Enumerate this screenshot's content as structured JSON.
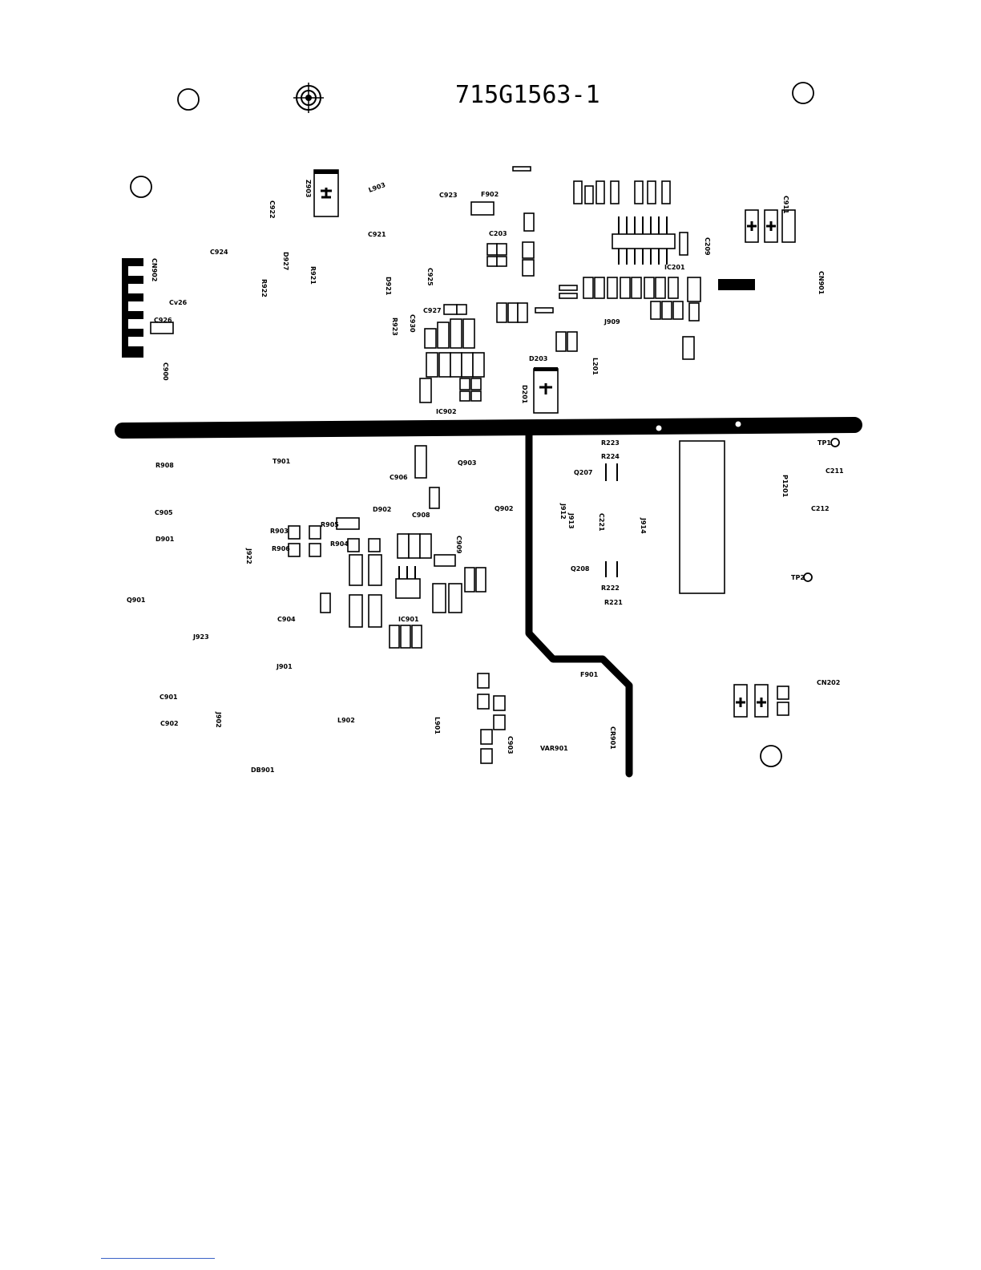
{
  "board": {
    "part_number": "715G1563-1",
    "labels_top": [
      "C922",
      "Z903",
      "L903",
      "C923",
      "F902",
      "C921",
      "C924",
      "D927",
      "R921",
      "R922",
      "D921",
      "C925",
      "C203",
      "Cv26",
      "C926",
      "C900",
      "C927",
      "C930",
      "R923",
      "IC902",
      "D201",
      "L201",
      "J909",
      "D203",
      "IC201",
      "C209",
      "C911",
      "CN901",
      "CN902"
    ],
    "labels_bottom": [
      "R908",
      "T901",
      "C906",
      "Q903",
      "R223",
      "R224",
      "Q207",
      "TP1",
      "C211",
      "P1201",
      "C905",
      "D902",
      "C908",
      "Q902",
      "J912",
      "J913",
      "C221",
      "J914",
      "C212",
      "D901",
      "R903",
      "R905",
      "R904",
      "J922",
      "R906",
      "C909",
      "Q208",
      "R222",
      "R221",
      "TP2",
      "Q901",
      "C904",
      "IC901",
      "J923",
      "J901",
      "F901",
      "CN202",
      "C901",
      "C902",
      "J902",
      "L902",
      "L901",
      "VAR901",
      "CR901",
      "DB901",
      "C903"
    ]
  }
}
